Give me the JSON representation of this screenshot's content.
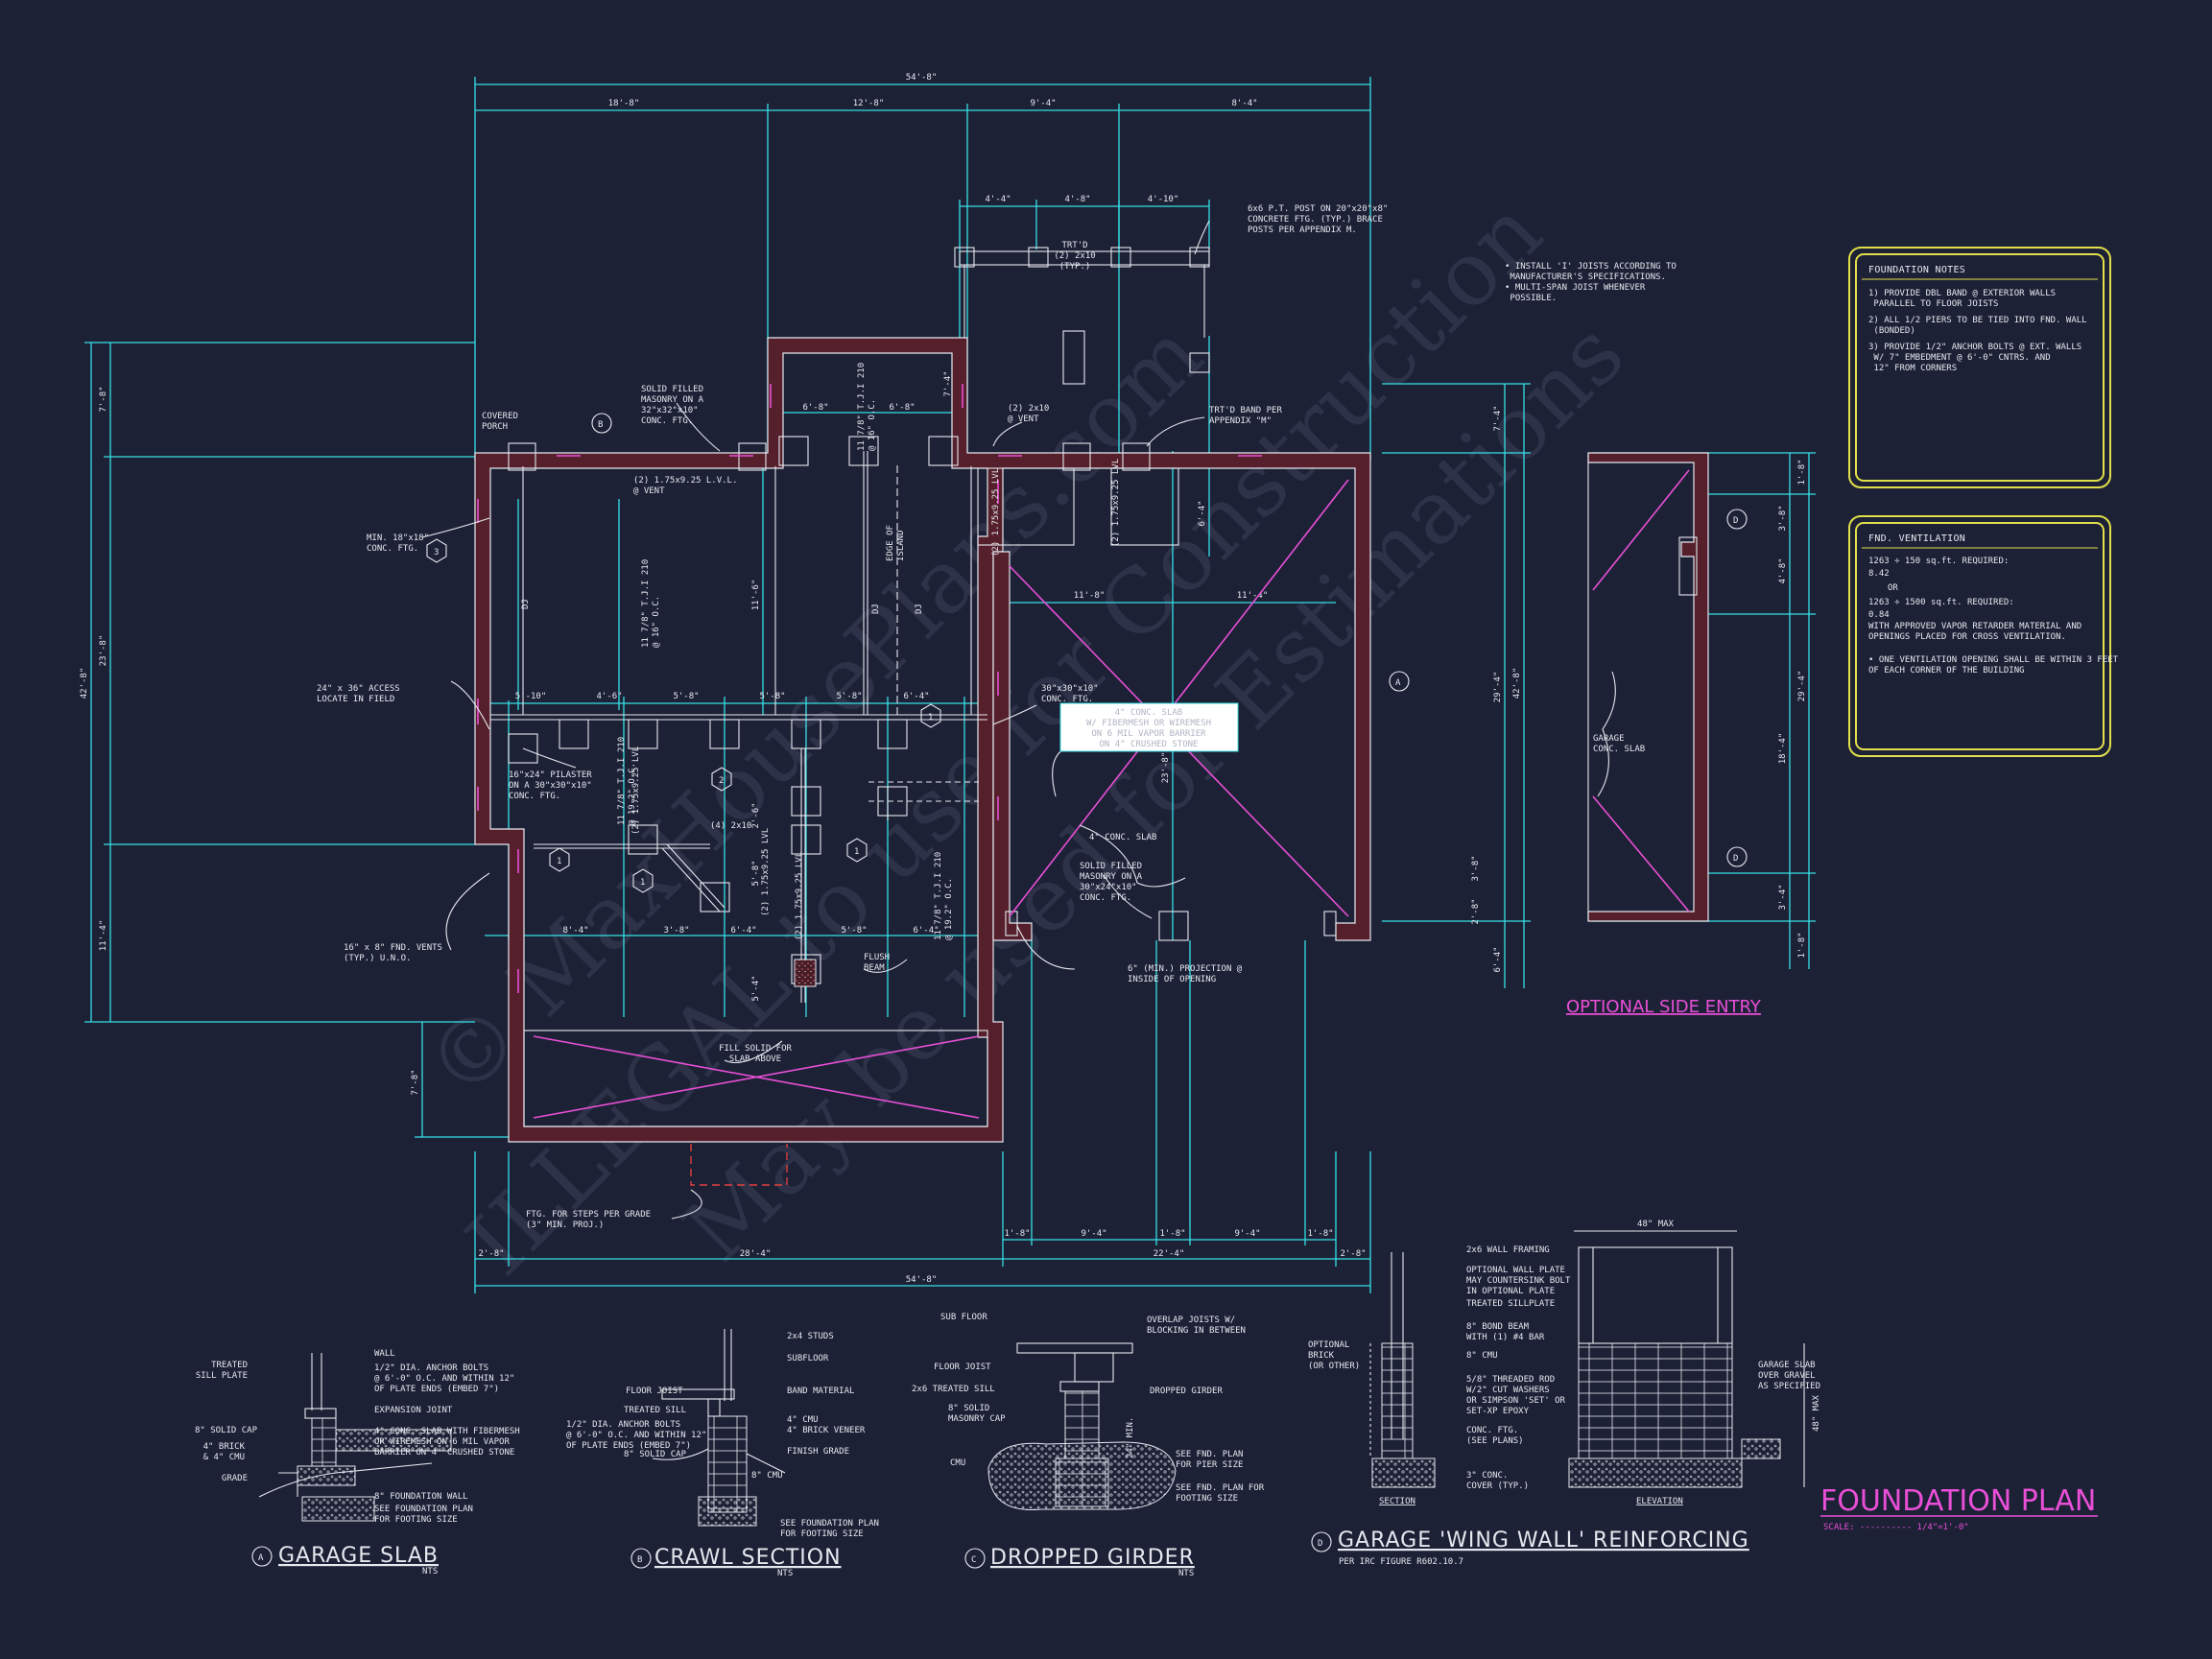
{
  "watermark": {
    "line1": "© MaxHousePlans.com",
    "line2": "ILLEGAL to use for Construction",
    "line3": "May be used for Estimations"
  },
  "dimensions": {
    "overall_top": "54'-8\"",
    "top_segments": [
      "18'-8\"",
      "12'-8\"",
      "9'-4\"",
      "8'-4\""
    ],
    "porch_segments": [
      "4'-4\"",
      "4'-8\"",
      "4'-10\""
    ],
    "overall_bottom": "54'-8\"",
    "bottom_segments": [
      "2'-8\"",
      "28'-4\"",
      "22'-4\"",
      "2'-8\""
    ],
    "garage_bottom": [
      "1'-8\"",
      "9'-4\"",
      "1'-8\"",
      "9'-4\"",
      "1'-8\""
    ],
    "left_overall": "42'-8\"",
    "left_segments": [
      "7'-8\"",
      "23'-8\"",
      "11'-4\""
    ],
    "left_segments_b": [
      "5'-4\"",
      "7'-8\""
    ],
    "right_overall": "42'-8\"",
    "right_segments": [
      "7'-4\"",
      "29'-4\"",
      "6'-4\""
    ],
    "garage_width": [
      "11'-8\"",
      "11'-4\""
    ],
    "girder_row": [
      "5'-10\"",
      "4'-6\"",
      "5'-8\"",
      "5'-8\"",
      "5'-8\"",
      "6'-4\""
    ],
    "lower_row": [
      "8'-4\"",
      "3'-8\"",
      "6'-4\"",
      "5'-8\"",
      "6'-4\""
    ],
    "left_room": [
      "6'-8\"",
      "6'-8\""
    ],
    "interior_v": [
      "11'-6\"",
      "7'-4\"",
      "2'-6\"",
      "5'-8\"",
      "5'-4\""
    ],
    "side_entry": [
      "1'-8\"",
      "3'-8\"",
      "4'-8\"",
      "29'-4\"",
      "18'-4\"",
      "3'-4\"",
      "1'-8\""
    ],
    "garage_v": [
      "23'-8\"",
      "6'-4\"",
      "3'-8\"",
      "2'-8\""
    ]
  },
  "callouts": {
    "post": "6x6 P.T. POST ON 20\"x20\"x8\"\nCONCRETE FTG. (TYP.) BRACE\nPOSTS PER APPENDIX M.",
    "trtd_beam": "TRT'D\n(2) 2x10\n(TYP.)",
    "solid_masonry": "SOLID FILLED\nMASONRY ON A\n32\"x32\"x10\"\nCONC. FTG.",
    "vent_2x10": "(2) 2x10\n@ VENT",
    "trtd_band": "TRT'D BAND PER\nAPPENDIX \"M\"",
    "lvl_vent": "(2) 1.75x9.25 L.V.L.\n@ VENT",
    "min_ftg": "MIN. 18\"x18\"\nCONC. FTG.",
    "tji_1": "11 7/8\" T.J.I 210\n@ 16\" O.C.",
    "tji_2": "11 7/8\" T.J.I 210\n@ 16\" O.C.",
    "edge_island": "EDGE OF\nISLAND",
    "dj": "DJ",
    "access": "24\" x 36\" ACCESS\nLOCATE IN FIELD",
    "conc_ftg_30": "30\"x30\"x10\"\nCONC. FTG.",
    "slab_note": "4\" CONC. SLAB\nW/ FIBERMESH OR WIREMESH\nON 6 MIL VAPOR BARRIER\nON 4\" CRUSHED STONE",
    "pilaster": "16\"x24\" PILASTER\nON A 30\"x30\"x10\"\nCONC. FTG.",
    "tji_3": "11 7/8\" T.J.I 210\n@ 19.2\" O.C.",
    "two_2x10": "(4) 2x10",
    "tji_4": "11 7/8\" T.J.I 210\n@ 19.2\" O.C.",
    "conc_slab": "4\" CONC. SLAB",
    "masonry_2": "SOLID FILLED\nMASONRY ON A\n30\"x24\"x10\"\nCONC. FTG.",
    "flush_beam": "FLUSH\nBEAM",
    "fnd_vents": "16\" x 8\" FND. VENTS\n(TYP.) U.N.O.",
    "projection": "6\" (MIN.) PROJECTION @\nINSIDE OF OPENING",
    "fill_solid": "FILL SOLID FOR\nSLAB ABOVE",
    "steps": "FTG. FOR STEPS PER GRADE\n(3\" MIN. PROJ.)",
    "i_joists": "• INSTALL 'I' JOISTS ACCORDING TO\n  MANUFACTURER'S SPECIFICATIONS.\n• MULTI-SPAN JOIST WHENEVER\n  POSSIBLE.",
    "lvl_a": "(2) 1.75x9.25 LVL",
    "lvl_b": "(2) 1.75x9.25 LVL",
    "lvl_c": "(2) 1.75x9.25 LVL",
    "lvl_d": "(2) 1.75x9.25 LVL",
    "lvl_e": "(2) 1.75x9.25 LVL",
    "walk_up": "COVERED\nPORCH",
    "side_label": "GARAGE\nCONC. SLAB"
  },
  "tags": [
    "A",
    "B",
    "C",
    "D",
    "1",
    "2",
    "3"
  ],
  "foundation_notes": {
    "title": "FOUNDATION NOTES",
    "items": [
      "1) PROVIDE DBL BAND @ EXTERIOR WALLS\n   PARALLEL TO FLOOR JOISTS",
      "2) ALL 1/2 PIERS TO BE TIED INTO FND. WALL\n   (BONDED)",
      "3) PROVIDE 1/2\" ANCHOR BOLTS @ EXT. WALLS\n   W/ 7\" EMBEDMENT @ 6'-0\" CNTRS. AND\n   12\" FROM CORNERS"
    ]
  },
  "fnd_ventilation": {
    "title": "FND. VENTILATION",
    "lines": [
      "1263 ÷ 150 sq.ft. REQUIRED:",
      "8.42",
      "OR",
      "1263 ÷ 1500 sq.ft. REQUIRED:",
      "0.84",
      "WITH APPROVED VAPOR RETARDER MATERIAL AND",
      "OPENINGS PLACED FOR CROSS VENTILATION.",
      "• ONE VENTILATION OPENING SHALL BE WITHIN 3 FEET",
      "  OF EACH CORNER OF THE BUILDING"
    ]
  },
  "optional_side_entry": "OPTIONAL SIDE ENTRY",
  "sheet_title": "FOUNDATION PLAN",
  "sheet_scale": "SCALE: ---------- 1/4\"=1'-0\"",
  "details": {
    "a": {
      "letter": "A",
      "title": "GARAGE SLAB",
      "nts": "NTS",
      "labels": [
        "WALL",
        "1/2\" DIA. ANCHOR BOLTS\n@ 6'-0\" O.C. AND WITHIN 12\"\nOF PLATE ENDS (EMBED 7\")",
        "TREATED\nSILL PLATE",
        "EXPANSION JOINT",
        "8\" SOLID CAP",
        "4\" CONC. SLAB WITH FIBERMESH\nOR WIREMESH ON 6 MIL VAPOR\nBARRIER ON 4\" CRUSHED STONE",
        "4\" BRICK\n& 4\" CMU",
        "GRADE",
        "8\" FOUNDATION WALL",
        "SEE FOUNDATION PLAN\nFOR FOOTING SIZE"
      ]
    },
    "b": {
      "letter": "B",
      "title": "CRAWL SECTION",
      "nts": "NTS",
      "labels": [
        "2x4 STUDS",
        "SUBFLOOR",
        "FLOOR JOIST",
        "BAND MATERIAL",
        "TREATED SILL",
        "4\" CMU\n4\" BRICK VENEER",
        "1/2\" DIA. ANCHOR BOLTS\n@ 6'-0\" O.C. AND WITHIN 12\"\nOF PLATE ENDS (EMBED 7\")",
        "8\" SOLID CAP",
        "FINISH GRADE",
        "8\" CMU",
        "SEE FOUNDATION PLAN\nFOR FOOTING SIZE"
      ]
    },
    "c": {
      "letter": "C",
      "title": "DROPPED GIRDER",
      "nts": "NTS",
      "labels": [
        "SUB FLOOR",
        "OVERLAP JOISTS W/\nBLOCKING IN BETWEEN",
        "FLOOR JOIST",
        "2x6 TREATED SILL",
        "DROPPED GIRDER",
        "8\" SOLID\nMASONRY CAP",
        "CMU",
        "24\" MIN.",
        "SEE FND. PLAN\nFOR PIER SIZE",
        "SEE FND. PLAN FOR\nFOOTING SIZE"
      ]
    },
    "d": {
      "letter": "D",
      "title": "GARAGE 'WING WALL' REINFORCING",
      "subtitle": "PER IRC FIGURE R602.10.7",
      "labels": [
        "2x6 WALL FRAMING",
        "OPTIONAL WALL PLATE\nMAY COUNTERSINK BOLT\nIN OPTIONAL PLATE",
        "TREATED SILLPLATE",
        "8\" BOND BEAM\nWITH (1) #4 BAR",
        "8\" CMU",
        "5/8\" THREADED ROD\nW/2\" CUT WASHERS\nOR SIMPSON 'SET' OR\nSET-XP EPOXY",
        "CONC. FTG.\n(SEE PLANS)",
        "3\" CONC.\nCOVER (TYP.)",
        "OPTIONAL\nBRICK\n(OR OTHER)",
        "48\" MAX",
        "GARAGE SLAB\nOVER GRAVEL\nAS SPECIFIED",
        "48\" MAX",
        "SECTION",
        "ELEVATION"
      ]
    }
  }
}
